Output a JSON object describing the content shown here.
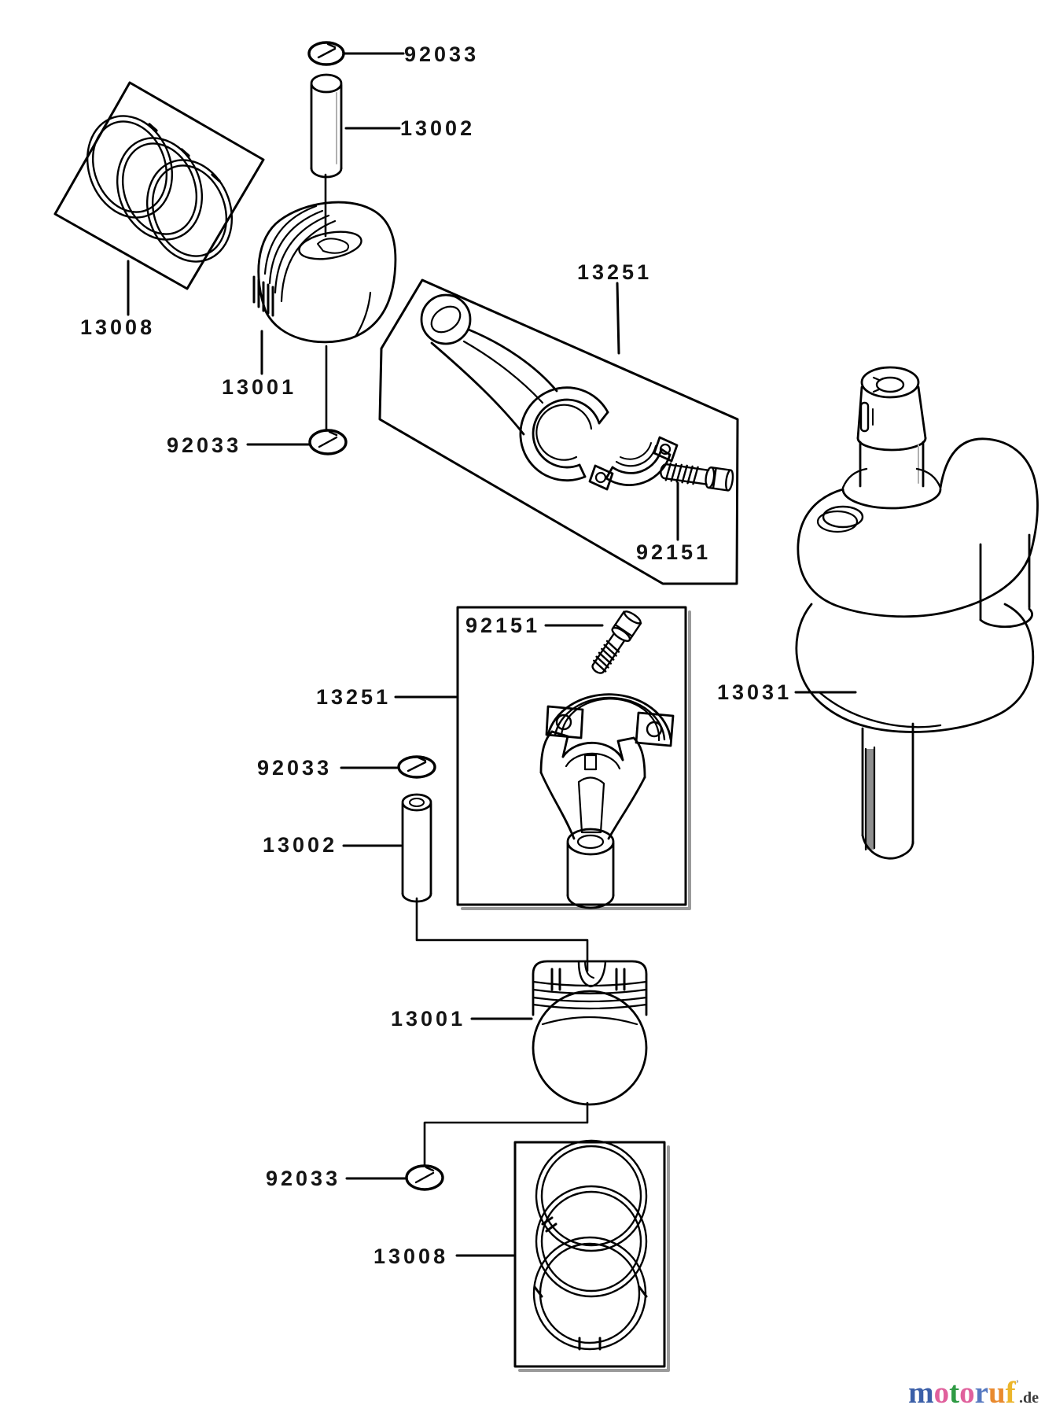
{
  "diagram": {
    "type": "exploded-parts-diagram",
    "background_color": "#ffffff",
    "line_color": "#000000",
    "shadow_color": "#999999",
    "label_color": "#141414"
  },
  "callouts": [
    {
      "label": "92033"
    },
    {
      "label": "13002"
    },
    {
      "label": "13008"
    },
    {
      "label": "13001"
    },
    {
      "label": "92033"
    },
    {
      "label": "13251"
    },
    {
      "label": "92151"
    },
    {
      "label": "13031"
    },
    {
      "label": "13251"
    },
    {
      "label": "92151"
    },
    {
      "label": "92033"
    },
    {
      "label": "13002"
    },
    {
      "label": "13001"
    },
    {
      "label": "92033"
    },
    {
      "label": "13008"
    }
  ],
  "watermark": {
    "text": "motoruf",
    "tld": ".de",
    "trademark_mark": "’",
    "letters": [
      {
        "ch": "m",
        "color": "#3b5fa8"
      },
      {
        "ch": "o",
        "color": "#e0609c"
      },
      {
        "ch": "t",
        "color": "#2f9a44"
      },
      {
        "ch": "o",
        "color": "#e0609c"
      },
      {
        "ch": "r",
        "color": "#5578c0"
      },
      {
        "ch": "u",
        "color": "#e98a2e"
      },
      {
        "ch": "f",
        "color": "#ecb52a"
      }
    ]
  }
}
